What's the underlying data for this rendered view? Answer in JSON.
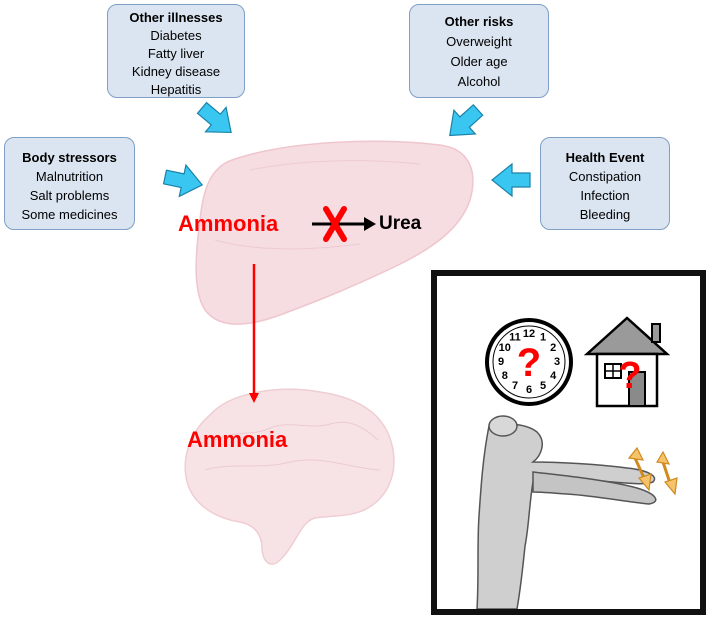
{
  "boxes": {
    "other_illnesses": {
      "title": "Other illnesses",
      "items": [
        "Diabetes",
        "Fatty liver",
        "Kidney disease",
        "Hepatitis"
      ]
    },
    "other_risks": {
      "title": "Other risks",
      "items": [
        "Overweight",
        "Older age",
        "Alcohol"
      ]
    },
    "body_stressors": {
      "title": "Body stressors",
      "items": [
        "Malnutrition",
        "Salt problems",
        "Some medicines"
      ]
    },
    "health_event": {
      "title": "Health Event",
      "items": [
        "Constipation",
        "Infection",
        "Bleeding"
      ]
    }
  },
  "liver": {
    "ammonia": "Ammonia",
    "urea": "Urea"
  },
  "brain": {
    "ammonia": "Ammonia"
  },
  "clock_numbers": [
    "12",
    "1",
    "2",
    "3",
    "4",
    "5",
    "6",
    "7",
    "8",
    "9",
    "10",
    "11"
  ],
  "question_mark": "?",
  "colors": {
    "box_fill": "#dbe5f1",
    "box_border": "#7f9fc4",
    "arrow_cyan": "#39c6f0",
    "ammonia_red": "#ff0000",
    "organ_pink": "#f7e3e6"
  }
}
